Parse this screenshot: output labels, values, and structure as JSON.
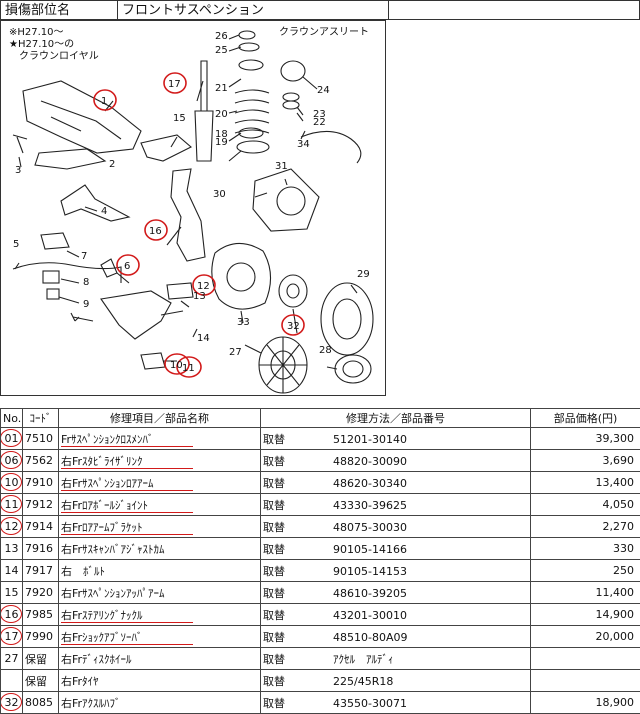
{
  "header": {
    "label": "損傷部位名",
    "value": "フロントサスペンション"
  },
  "diagram": {
    "note_line1": "※H27.10～",
    "note_line2": "★H27.10～の",
    "note_line3": "クラウンロイヤル",
    "note_right": "クラウンアスリート",
    "labels": [
      "1",
      "2",
      "3",
      "4",
      "5",
      "6",
      "7",
      "8",
      "9",
      "10",
      "11",
      "12",
      "13",
      "14",
      "15",
      "16",
      "17",
      "18",
      "19",
      "20",
      "21",
      "22",
      "23",
      "24",
      "25",
      "26",
      "27",
      "28",
      "29",
      "30",
      "31",
      "32",
      "33",
      "34"
    ]
  },
  "table": {
    "headers": [
      "No.",
      "ｺｰﾄﾞ",
      "修理項目／部品名称",
      "修理方法／部品番号",
      "部品価格(円)"
    ],
    "rows": [
      {
        "no": "01",
        "code": "7510",
        "name": "Frｻｽﾍﾟﾝｼｮﾝｸﾛｽﾒﾝﾊﾞ",
        "method": "取替",
        "part": "51201-30140",
        "price": "39,300",
        "circled": true,
        "underlined": true
      },
      {
        "no": "06",
        "code": "7562",
        "name": "右Frｽﾀﾋﾞﾗｲｻﾞﾘﾝｸ",
        "method": "取替",
        "part": "48820-30090",
        "price": "3,690",
        "circled": true,
        "underlined": true
      },
      {
        "no": "10",
        "code": "7910",
        "name": "右Frｻｽﾍﾟﾝｼｮﾝﾛｱｱｰﾑ",
        "method": "取替",
        "part": "48620-30340",
        "price": "13,400",
        "circled": true,
        "underlined": true
      },
      {
        "no": "11",
        "code": "7912",
        "name": "右Frﾛｱﾎﾞｰﾙｼﾞｮｲﾝﾄ",
        "method": "取替",
        "part": "43330-39625",
        "price": "4,050",
        "circled": true,
        "underlined": true
      },
      {
        "no": "12",
        "code": "7914",
        "name": "右Frﾛｱｱｰﾑﾌﾞﾗｹｯﾄ",
        "method": "取替",
        "part": "48075-30030",
        "price": "2,270",
        "circled": true,
        "underlined": true
      },
      {
        "no": "13",
        "code": "7916",
        "name": "右Frｻｽｷｬﾝﾊﾞｱｼﾞｬｽﾄｶﾑ",
        "method": "取替",
        "part": "90105-14166",
        "price": "330",
        "circled": false,
        "underlined": false
      },
      {
        "no": "14",
        "code": "7917",
        "name": "右　ﾎﾞﾙﾄ",
        "method": "取替",
        "part": "90105-14153",
        "price": "250",
        "circled": false,
        "underlined": false
      },
      {
        "no": "15",
        "code": "7920",
        "name": "右Frｻｽﾍﾟﾝｼｮﾝｱｯﾊﾟｱｰﾑ",
        "method": "取替",
        "part": "48610-39205",
        "price": "11,400",
        "circled": false,
        "underlined": false
      },
      {
        "no": "16",
        "code": "7985",
        "name": "右Frｽﾃｱﾘﾝｸﾞﾅｯｸﾙ",
        "method": "取替",
        "part": "43201-30010",
        "price": "14,900",
        "circled": true,
        "underlined": true
      },
      {
        "no": "17",
        "code": "7990",
        "name": "右Frｼｮｯｸｱﾌﾞｿｰﾊﾞ",
        "method": "取替",
        "part": "48510-80A09",
        "price": "20,000",
        "circled": true,
        "underlined": true
      },
      {
        "no": "27",
        "code": "保留",
        "name": "右Frﾃﾞｨｽｸﾎｲｰﾙ",
        "method": "取替",
        "part": "ｱｸｾﾙ　ｱﾙﾃﾞｨ",
        "price": "",
        "circled": false,
        "underlined": false
      },
      {
        "no": "",
        "code": "保留",
        "name": "右Frﾀｲﾔ",
        "method": "取替",
        "part": "225/45R18",
        "price": "",
        "circled": false,
        "underlined": false
      },
      {
        "no": "32",
        "code": "8085",
        "name": "右Frｱｸｽﾙﾊﾌﾞ",
        "method": "取替",
        "part": "43550-30071",
        "price": "18,900",
        "circled": true,
        "underlined": false
      }
    ]
  }
}
